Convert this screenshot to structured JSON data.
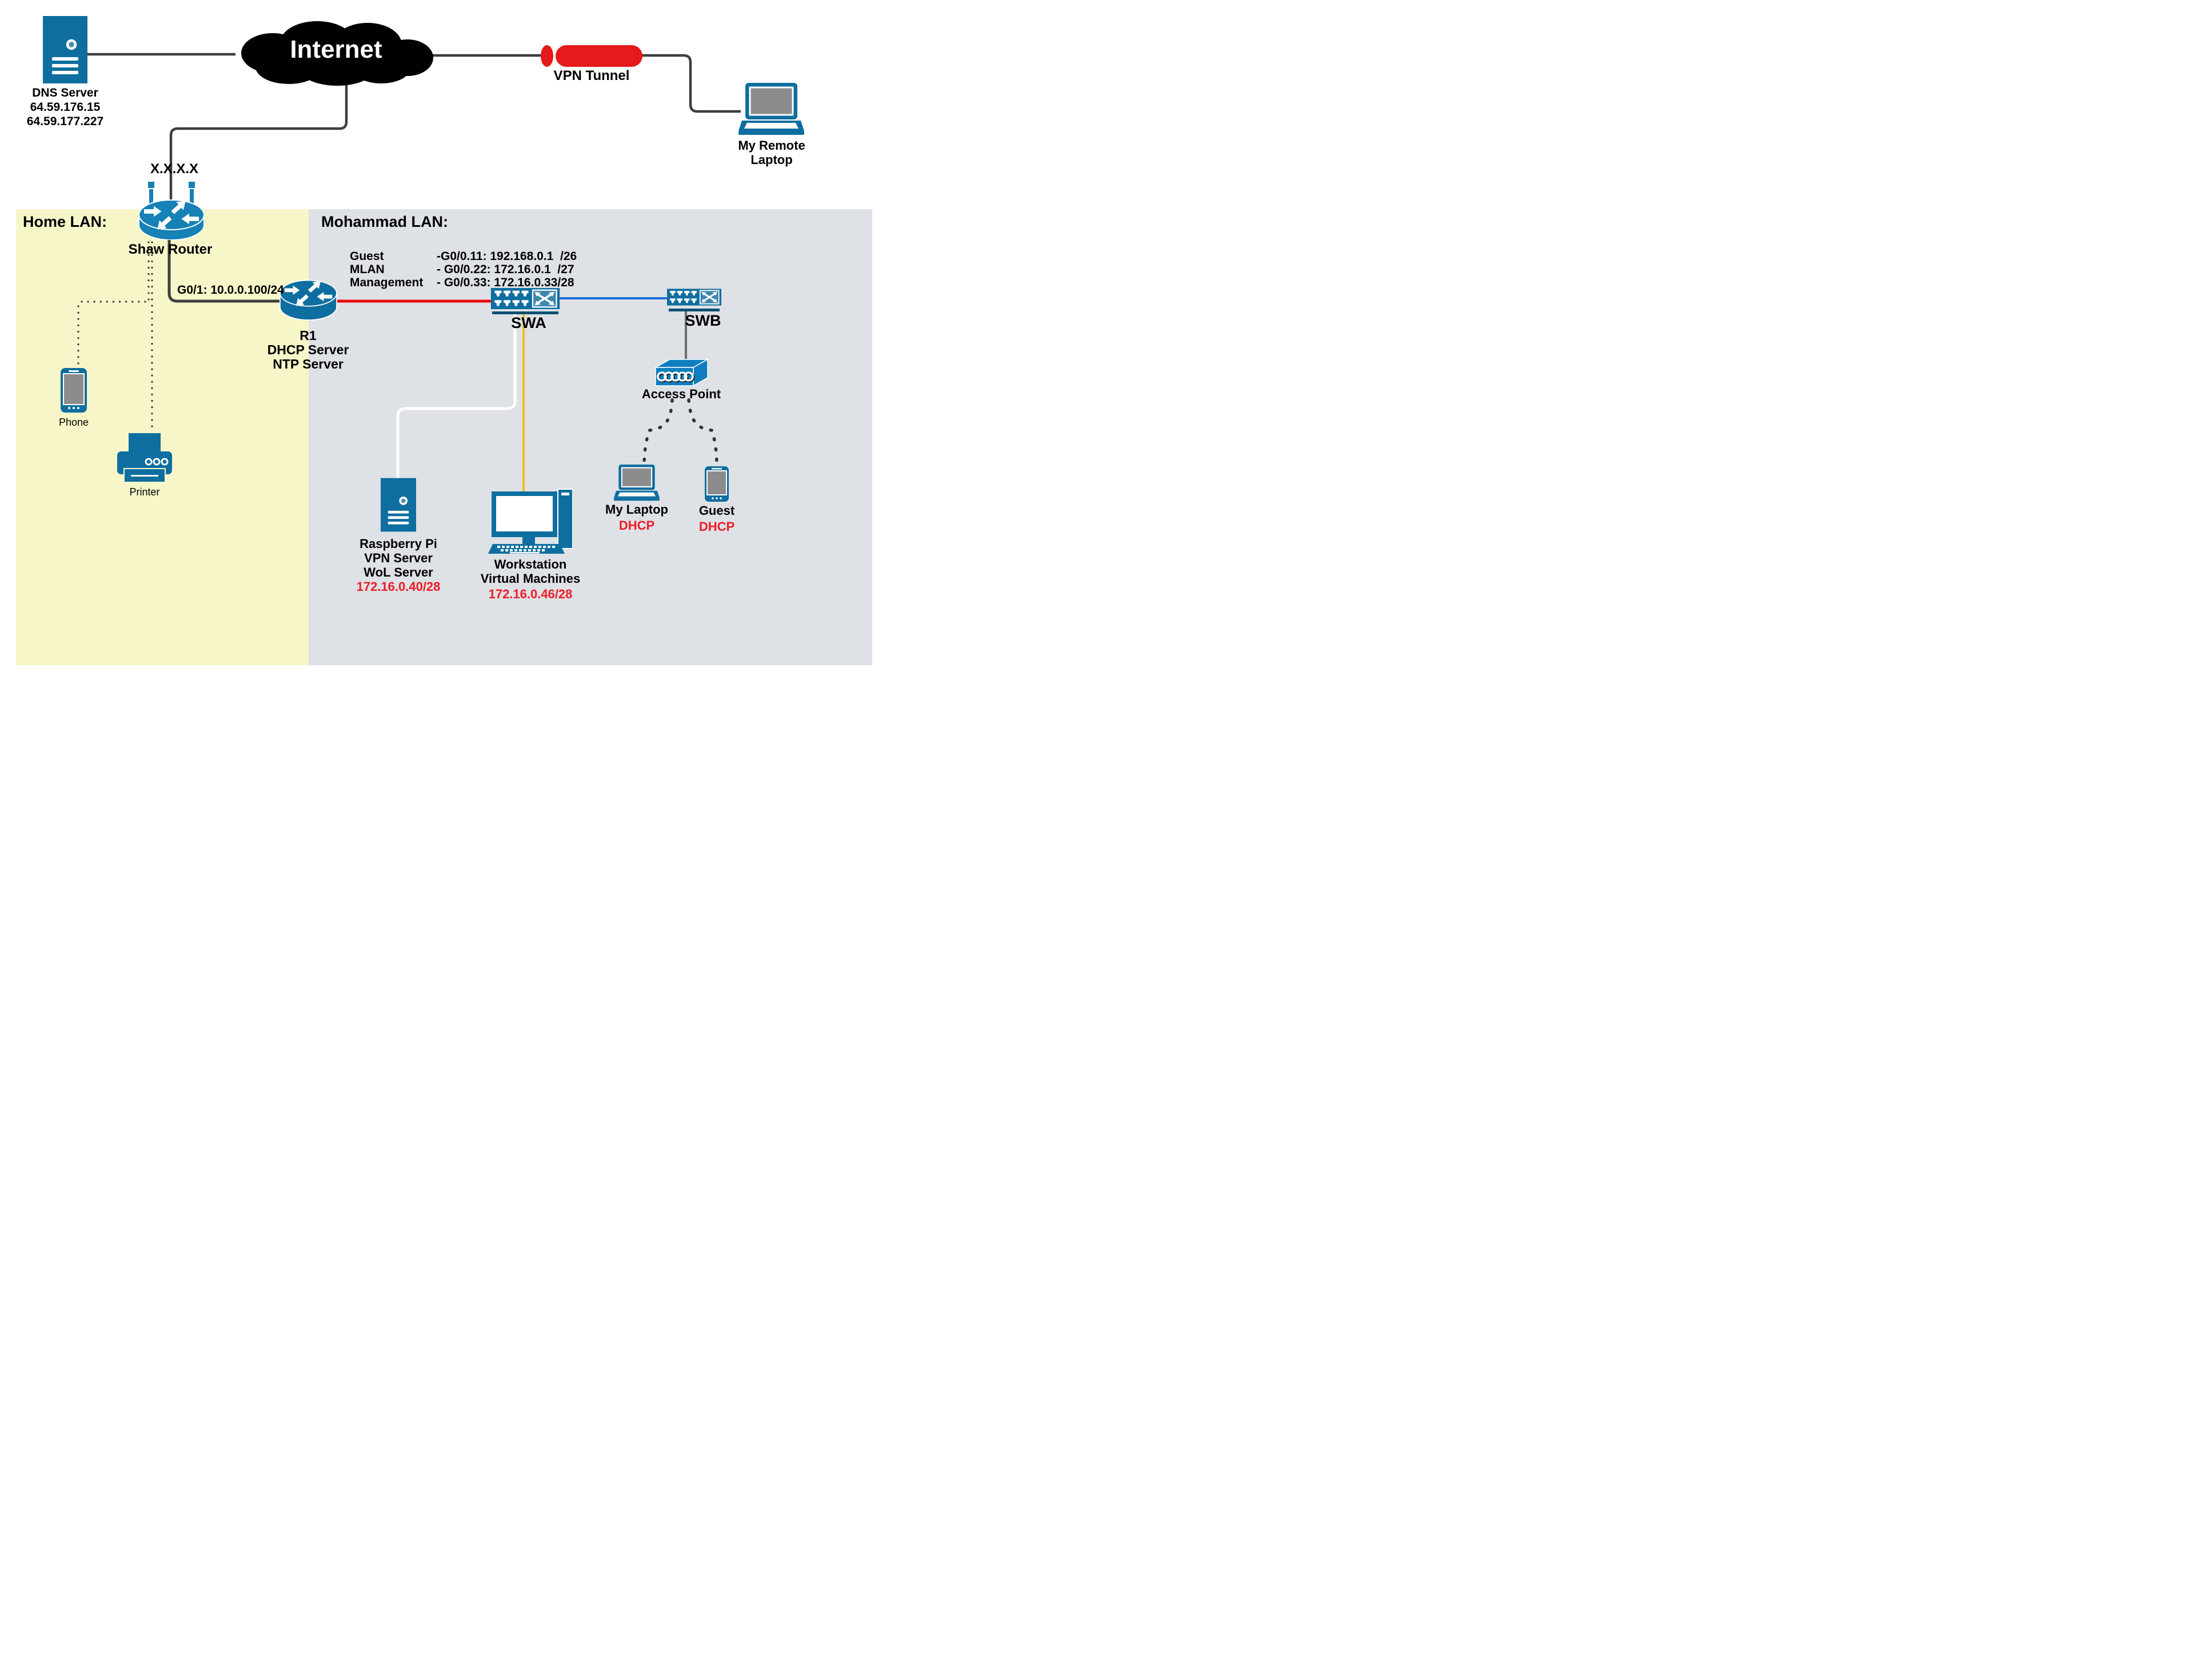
{
  "regions": {
    "home_label": "Home LAN:",
    "mohammad_label": "Mohammad LAN:"
  },
  "wan": {
    "internet_label": "Internet",
    "vpn_label": "VPN Tunnel",
    "shaw_wan_ip": "X.X.X.X"
  },
  "dns_server": {
    "name": "DNS Server",
    "ip1": "64.59.176.15",
    "ip2": "64.59.177.227"
  },
  "remote_laptop": {
    "name_line1": "My Remote",
    "name_line2": "Laptop"
  },
  "shaw_router": {
    "name": "Shaw Router"
  },
  "r1": {
    "name": "R1",
    "role1": "DHCP Server",
    "role2": "NTP Server",
    "g01_label": "G0/1: 10.0.0.100/24"
  },
  "subinterfaces": [
    {
      "vlan": "Guest",
      "detail": "-G0/0.11: 192.168.0.1  /26"
    },
    {
      "vlan": "MLAN",
      "detail": "- G0/0.22: 172.16.0.1  /27"
    },
    {
      "vlan": "Management",
      "detail": "- G0/0.33: 172.16.0.33/28"
    }
  ],
  "switches": {
    "swa": "SWA",
    "swb": "SWB"
  },
  "access_point": {
    "name": "Access Point"
  },
  "home_devices": {
    "phone": "Phone",
    "printer": "Printer"
  },
  "raspberry_pi": {
    "name": "Raspberry Pi",
    "role1": "VPN Server",
    "role2": "WoL Server",
    "ip": "172.16.0.40/28"
  },
  "workstation": {
    "name": "Workstation",
    "role1": "Virtual Machines",
    "ip": "172.16.0.46/28"
  },
  "my_laptop": {
    "name": "My Laptop",
    "ip": "DHCP"
  },
  "guest_device": {
    "name": "Guest",
    "ip": "DHCP"
  },
  "colors": {
    "device_blue": "#0E6E9F",
    "region_yellow": "#F7F6C9",
    "region_gray": "#DEE1E6",
    "line_dark": "#3E3E3E",
    "link_red": "#E60C0C",
    "red_text": "#ED1C24",
    "link_blue": "#1E6FDC",
    "link_gold": "#EFC01D",
    "link_white": "#FFFFFF",
    "link_gray": "#6E6E6E"
  }
}
